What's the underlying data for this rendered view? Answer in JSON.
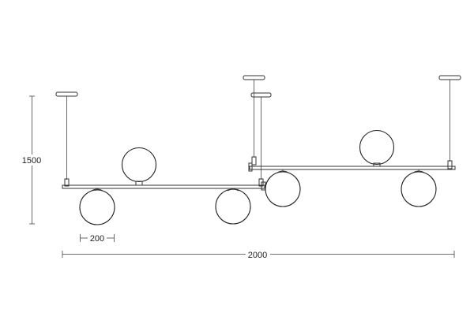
{
  "dimensions": {
    "height_label": "1500",
    "globe_label": "200",
    "width_label": "2000"
  },
  "colors": {
    "line": "#333333",
    "globe_stroke": "#222222"
  }
}
